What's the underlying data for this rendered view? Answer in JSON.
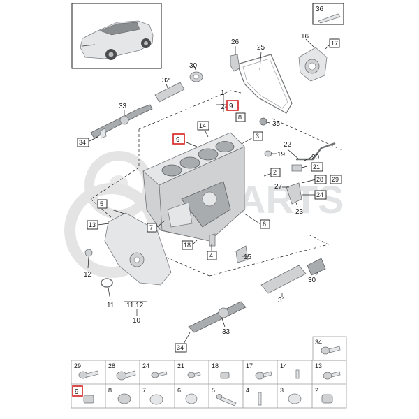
{
  "watermark": {
    "brand_text": "ARTS"
  },
  "callouts": {
    "c1": "1",
    "c2": "2",
    "c3": "3",
    "c4": "4",
    "c5": "5",
    "c6": "6",
    "c7": "7",
    "c8": "8",
    "c9": "9",
    "c10": "10",
    "c11": "11",
    "c12": "12",
    "c13": "13",
    "c14": "14",
    "c15": "15",
    "c16": "16",
    "c17": "17",
    "c18": "18",
    "c19": "19",
    "c20": "20",
    "c21": "21",
    "c22": "22",
    "c23": "23",
    "c24": "24",
    "c25": "25",
    "c26": "26",
    "c27": "27",
    "c28": "28",
    "c29": "29",
    "c30": "30",
    "c30b": "30",
    "c31": "31",
    "c32": "32",
    "c33": "33",
    "c33b": "33",
    "c34": "34",
    "c34b": "34",
    "c35": "35",
    "c36": "36",
    "c9_top": "9",
    "c9_box": "9",
    "c11_12": "11 12",
    "c2_9": "2-9"
  },
  "grid": {
    "top_row": [
      "34"
    ],
    "row1": [
      "29",
      "28",
      "24",
      "21",
      "18",
      "17",
      "14",
      "13"
    ],
    "row2": [
      "9",
      "8",
      "7",
      "6",
      "5",
      "4",
      "3",
      "2"
    ],
    "highlighted": "9"
  },
  "highlight_color": "#d42020"
}
